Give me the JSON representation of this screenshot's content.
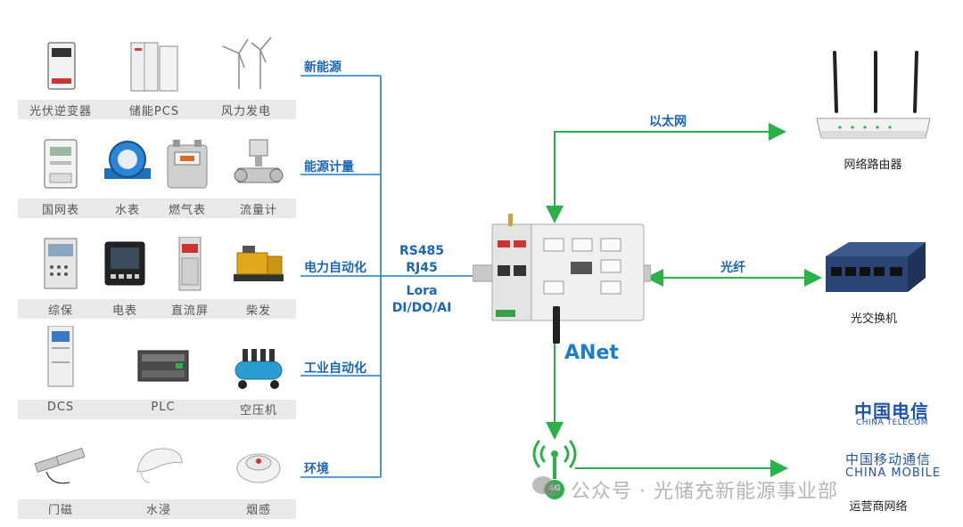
{
  "categories": {
    "new_energy": "新能源",
    "energy_metering": "能源计量",
    "power_automation": "电力自动化",
    "industrial_automation": "工业自动化",
    "environment": "环境"
  },
  "devices": {
    "row1": [
      "光伏逆变器",
      "储能PCS",
      "风力发电"
    ],
    "row2": [
      "国网表",
      "水表",
      "燃气表",
      "流量计"
    ],
    "row3": [
      "综保",
      "电表",
      "直流屏",
      "柴发"
    ],
    "row4": [
      "DCS",
      "PLC",
      "空压机"
    ],
    "row5": [
      "门磁",
      "水浸",
      "烟感"
    ]
  },
  "protocols": [
    "RS485",
    "RJ45",
    "Lora",
    "DI/DO/AI"
  ],
  "gateway": {
    "name": "ANet"
  },
  "links": {
    "ethernet": "以太网",
    "fiber": "光纤"
  },
  "right_devices": {
    "router": "网络路由器",
    "switch": "光交换机",
    "operator": "运营商网络",
    "signal_badge": "4G"
  },
  "carriers": {
    "telecom_cn": "中国电信",
    "telecom_en": "CHINA TELECOM",
    "mobile_cn": "中国移动通信",
    "mobile_en": "CHINA MOBILE"
  },
  "watermark": "公众号 · 光储充新能源事业部",
  "colors": {
    "bus_blue": "#1b7fd0",
    "link_green": "#2cb04a",
    "label_blue": "#1b66b6"
  }
}
